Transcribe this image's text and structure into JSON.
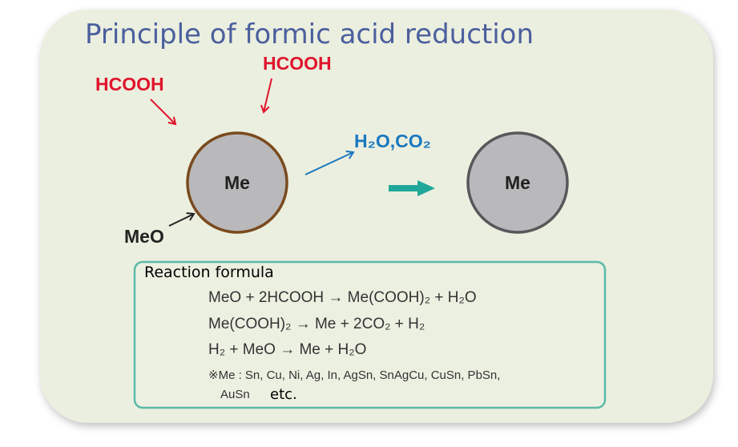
{
  "title": "Principle of formic acid reduction",
  "diagram": {
    "hcooh_left": "HCOOH",
    "hcooh_top": "HCOOH",
    "products": "H₂O,CO₂",
    "metal_before": "Me",
    "metal_after": "Me",
    "oxide_label": "MeO",
    "colors": {
      "reactant": "#e0142c",
      "product": "#1a78bf",
      "oxide_shell": "#7a4a1e",
      "process_arrow": "#1fa89a"
    }
  },
  "reaction": {
    "heading": "Reaction formula",
    "equations": [
      "MeO + 2HCOOH → Me(COOH)₂ + H₂O",
      "Me(COOH)₂ → Me + 2CO₂ + H₂",
      "H₂ + MeO → Me + H₂O"
    ],
    "note_line1": "※Me : Sn, Cu, Ni, Ag, In, AgSn, SnAgCu, CuSn, PbSn,",
    "note_line2": "AuSn",
    "note_etc": "etc."
  }
}
